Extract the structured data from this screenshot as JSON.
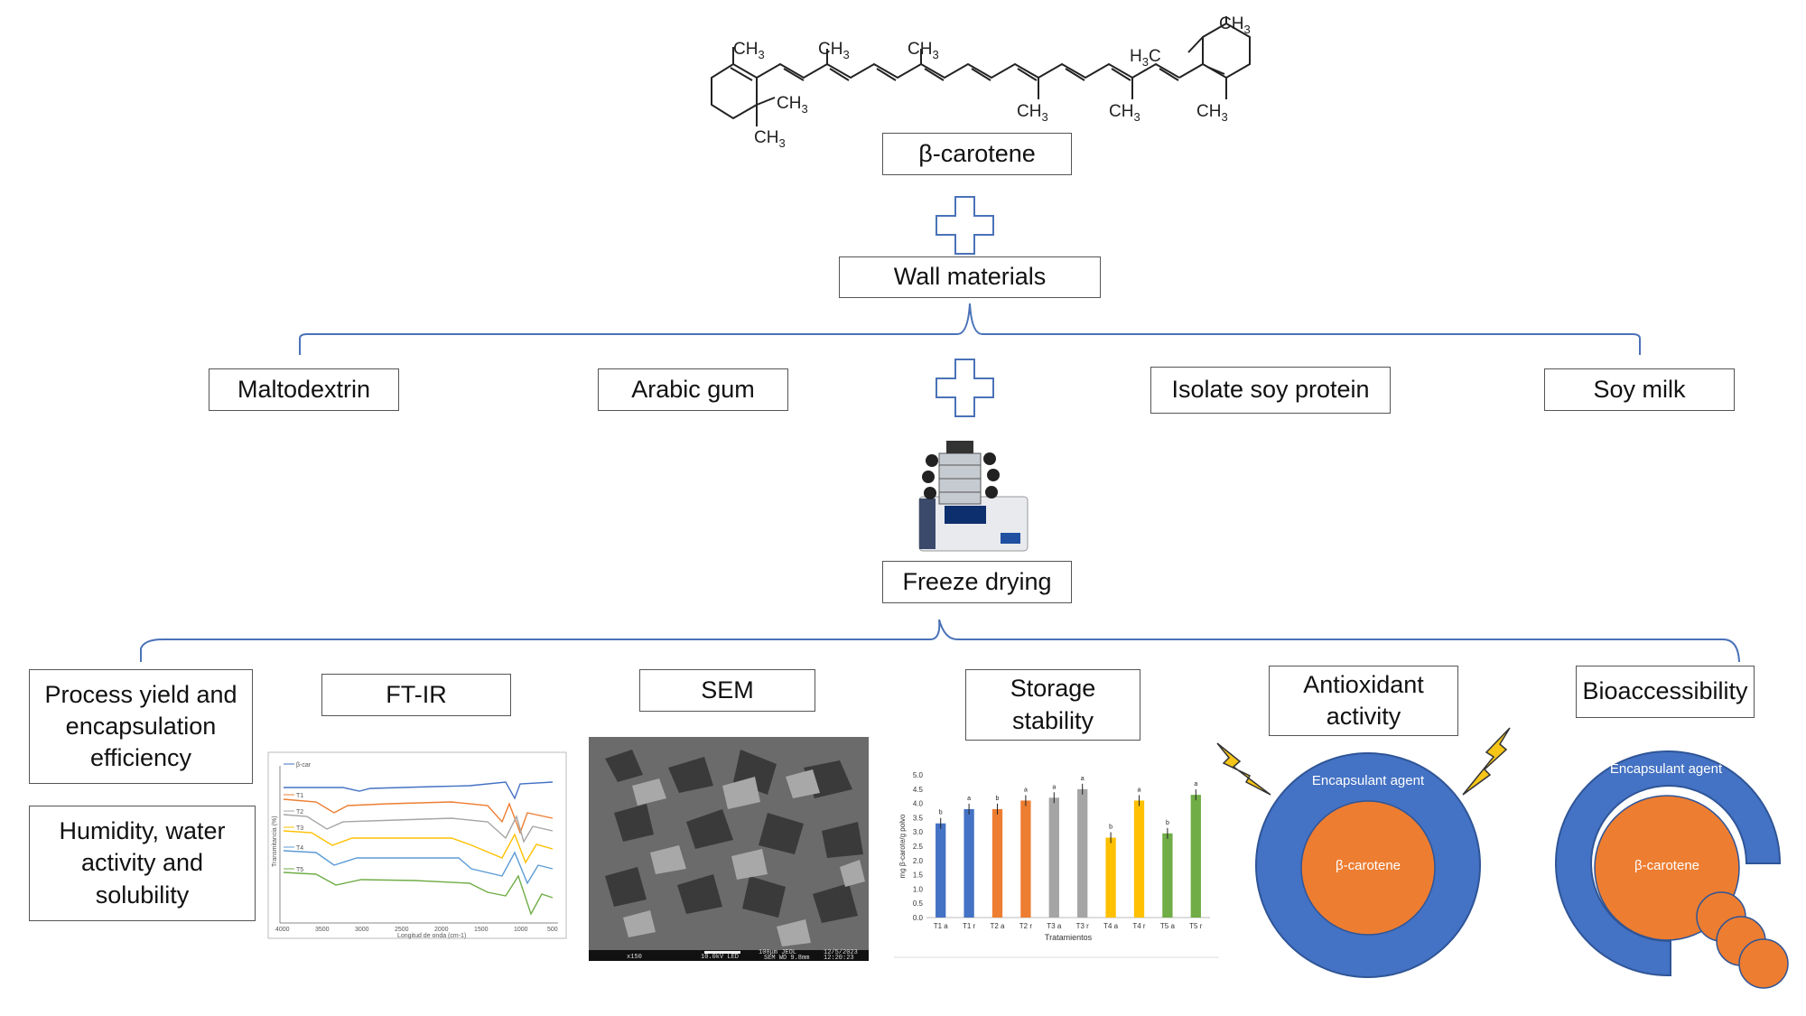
{
  "molecule": {
    "label": "β-carotene",
    "group_labels": [
      "CH3",
      "CH3",
      "CH3",
      "CH3",
      "CH3",
      "CH3",
      "CH3",
      "CH3",
      "H3C",
      "CH3"
    ]
  },
  "wall_materials": {
    "title": "Wall materials",
    "items": [
      "Maltodextrin",
      "Arabic gum",
      "Isolate soy protein",
      "Soy milk"
    ]
  },
  "process": {
    "label": "Freeze drying"
  },
  "analyses": {
    "process_yield": "Process yield and encapsulation efficiency",
    "humidity": "Humidity, water activity and solubility",
    "ftir": "FT-IR",
    "sem": "SEM",
    "storage": "Storage stability",
    "antioxidant": "Antioxidant activity",
    "bioaccessibility": "Bioaccessibility"
  },
  "capsule": {
    "shell_label": "Encapsulant agent",
    "core_label": "β-carotene"
  },
  "colors": {
    "line_blue": "#4A72B8",
    "shell_blue": "#4472C4",
    "core_orange": "#ED7D31",
    "bolt_yellow": "#F5C518"
  },
  "chart_data": {
    "type": "bar",
    "categories": [
      "T1 a",
      "T1 r",
      "T2 a",
      "T2 r",
      "T3 a",
      "T3 r",
      "T4 a",
      "T4 r",
      "T5 a",
      "T5 r"
    ],
    "values": [
      3.3,
      3.8,
      3.8,
      4.1,
      4.2,
      4.5,
      2.8,
      4.1,
      2.95,
      4.3
    ],
    "letters": [
      "b",
      "a",
      "b",
      "a",
      "a",
      "a",
      "b",
      "a",
      "b",
      "a"
    ],
    "colors": [
      "#4472C4",
      "#4472C4",
      "#ED7D31",
      "#ED7D31",
      "#A5A5A5",
      "#A5A5A5",
      "#FFC000",
      "#FFC000",
      "#70AD47",
      "#70AD47"
    ],
    "ylabel": "mg β-carote/g polvo",
    "xlabel": "Tratamientos",
    "ylim": [
      0,
      5
    ],
    "yticks": [
      "0.0",
      "0.5",
      "1.0",
      "1.5",
      "2.0",
      "2.5",
      "3.0",
      "3.5",
      "4.0",
      "4.5",
      "5.0"
    ]
  },
  "ftir": {
    "legend": [
      "β-car",
      "T1",
      "T2",
      "T3",
      "T4",
      "T5"
    ],
    "ylabel": "Transmitancia (%)",
    "xlabel": "Longitud de onda (cm-1)",
    "xticks": [
      "4000",
      "3500",
      "3000",
      "2500",
      "2000",
      "1500",
      "1000",
      "500"
    ]
  },
  "sem_bar": {
    "left": "x150",
    "mid": "10.0kV LED",
    "scale": "100μm JEOL",
    "right": "SEM WD 9.8mm",
    "date": "12/5/2023",
    "time": "12:20:23"
  }
}
